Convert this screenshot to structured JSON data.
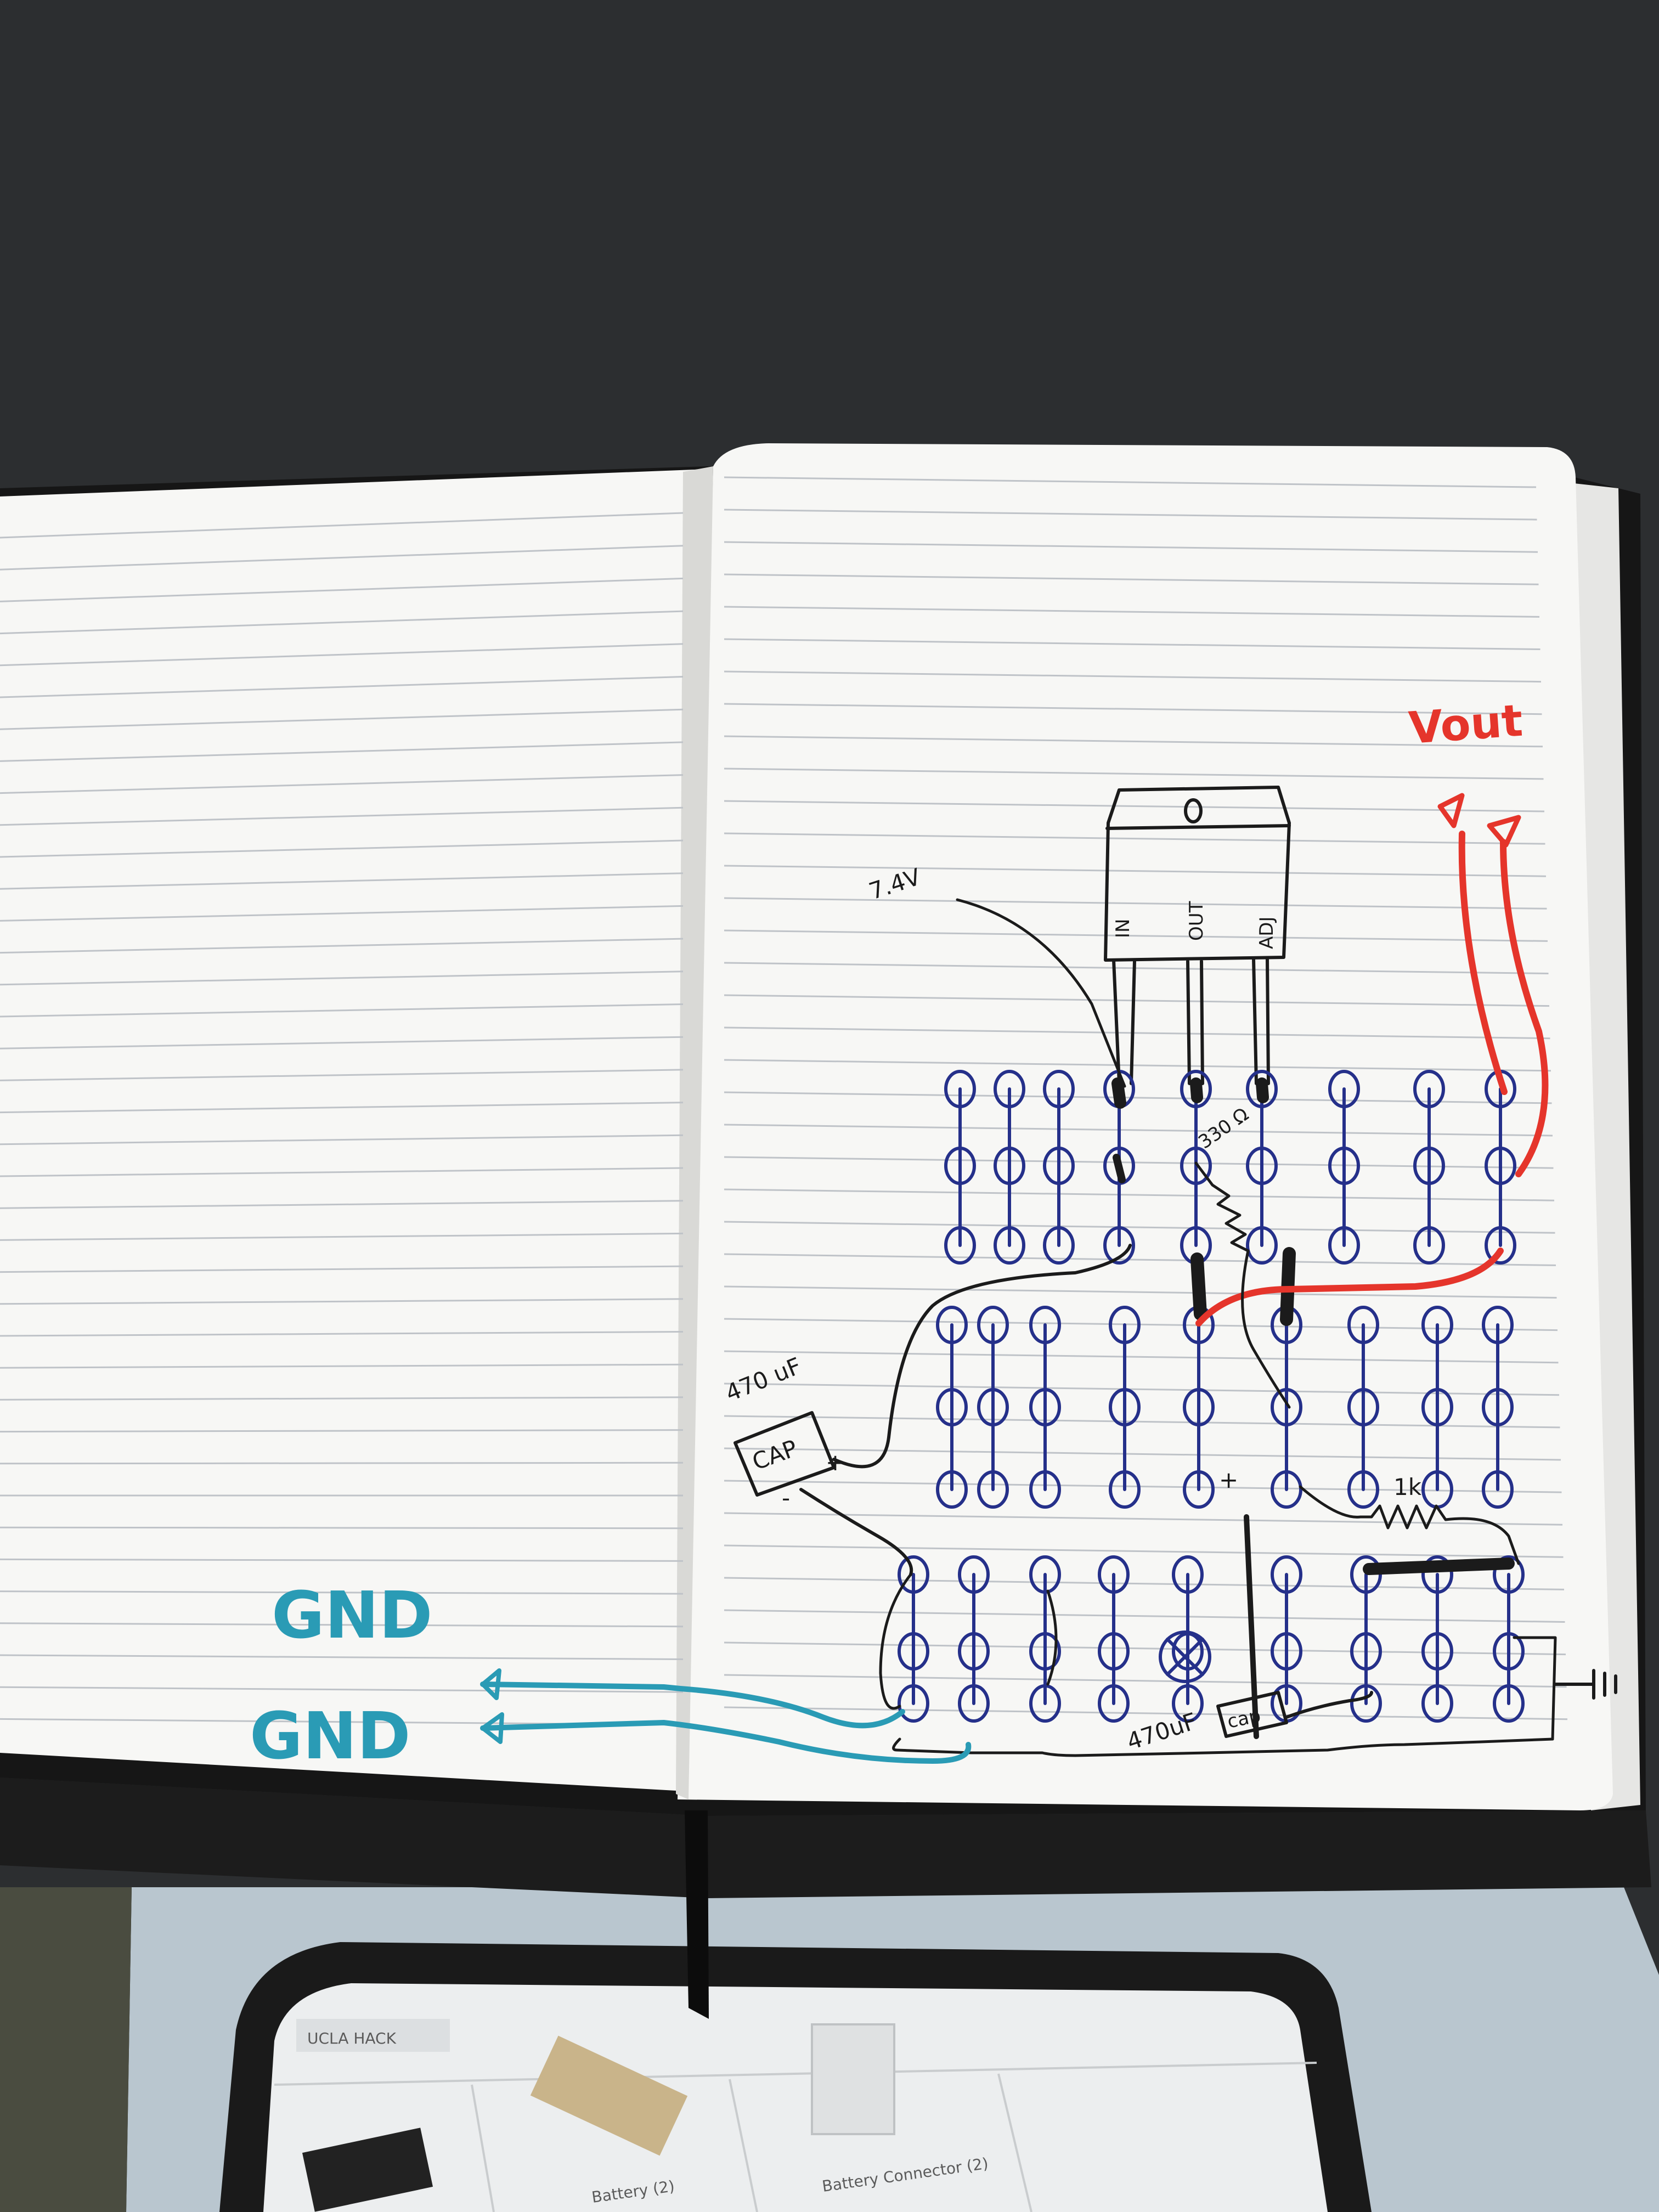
{
  "labels": {
    "vout": "Vout",
    "vin": "7.4V",
    "regulator_pins": [
      "IN",
      "OUT",
      "ADJ"
    ],
    "r1": "330 Ω",
    "r2": "1k",
    "cap_body": "CAP",
    "cap_small": "cap",
    "cap_value_top": "470 uF",
    "cap_value_bottom": "470uF",
    "plus": "+",
    "minus": "-",
    "gnd_top": "GND",
    "gnd_bottom": "GND"
  },
  "tablet": {
    "items": [
      "Battery (2)",
      "Battery Connector (2)"
    ],
    "header": "UCLA HACK"
  },
  "colors": {
    "ink": "#1b1b1b",
    "hole": "#25308a",
    "red": "#e5352b",
    "teal": "#2a9bb5",
    "paper": "#f7f7f5",
    "line": "#bfc3c8"
  }
}
